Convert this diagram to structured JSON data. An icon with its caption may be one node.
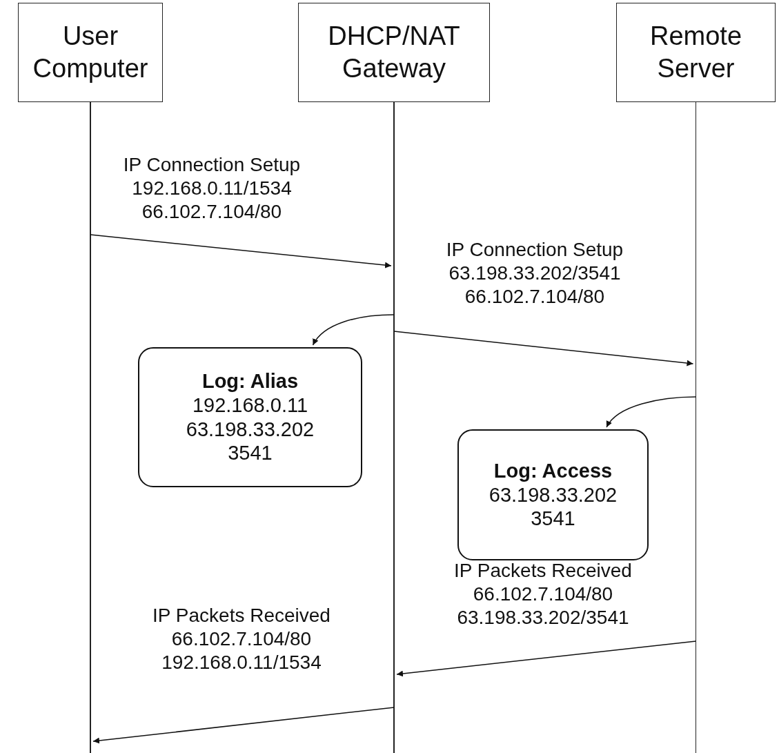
{
  "diagram": {
    "nodes": [
      {
        "text": [
          "User Computer"
        ]
      },
      {
        "text": [
          "DHCP/NAT Gateway"
        ]
      },
      {
        "text": [
          "Remote Server"
        ]
      },
      {
        "text": [
          "Log: Alias",
          "192.168.0.11",
          "63.198.33.202",
          "3541"
        ]
      },
      {
        "text": [
          "Log: Access",
          "63.198.33.202",
          "3541"
        ]
      }
    ],
    "edges": [
      {
        "from": 0,
        "to": 1,
        "arrow": "to",
        "label": "IP Connection Setup 192.168.0.11/1534 66.102.7.104/80"
      },
      {
        "from": 1,
        "to": 2,
        "arrow": "to",
        "label": "IP Connection Setup 63.198.33.202/3541 66.102.7.104/80"
      },
      {
        "from": 1,
        "to": 3,
        "arrow": "to"
      },
      {
        "from": 2,
        "to": 4,
        "arrow": "to"
      },
      {
        "from": 2,
        "to": 1,
        "arrow": "to",
        "label": "IP Packets Received 66.102.7.104/80 63.198.33.202/3541"
      },
      {
        "from": 1,
        "to": 0,
        "arrow": "to",
        "label": "IP Packets Received 66.102.7.104/80 192.168.0.11/1534"
      }
    ]
  }
}
